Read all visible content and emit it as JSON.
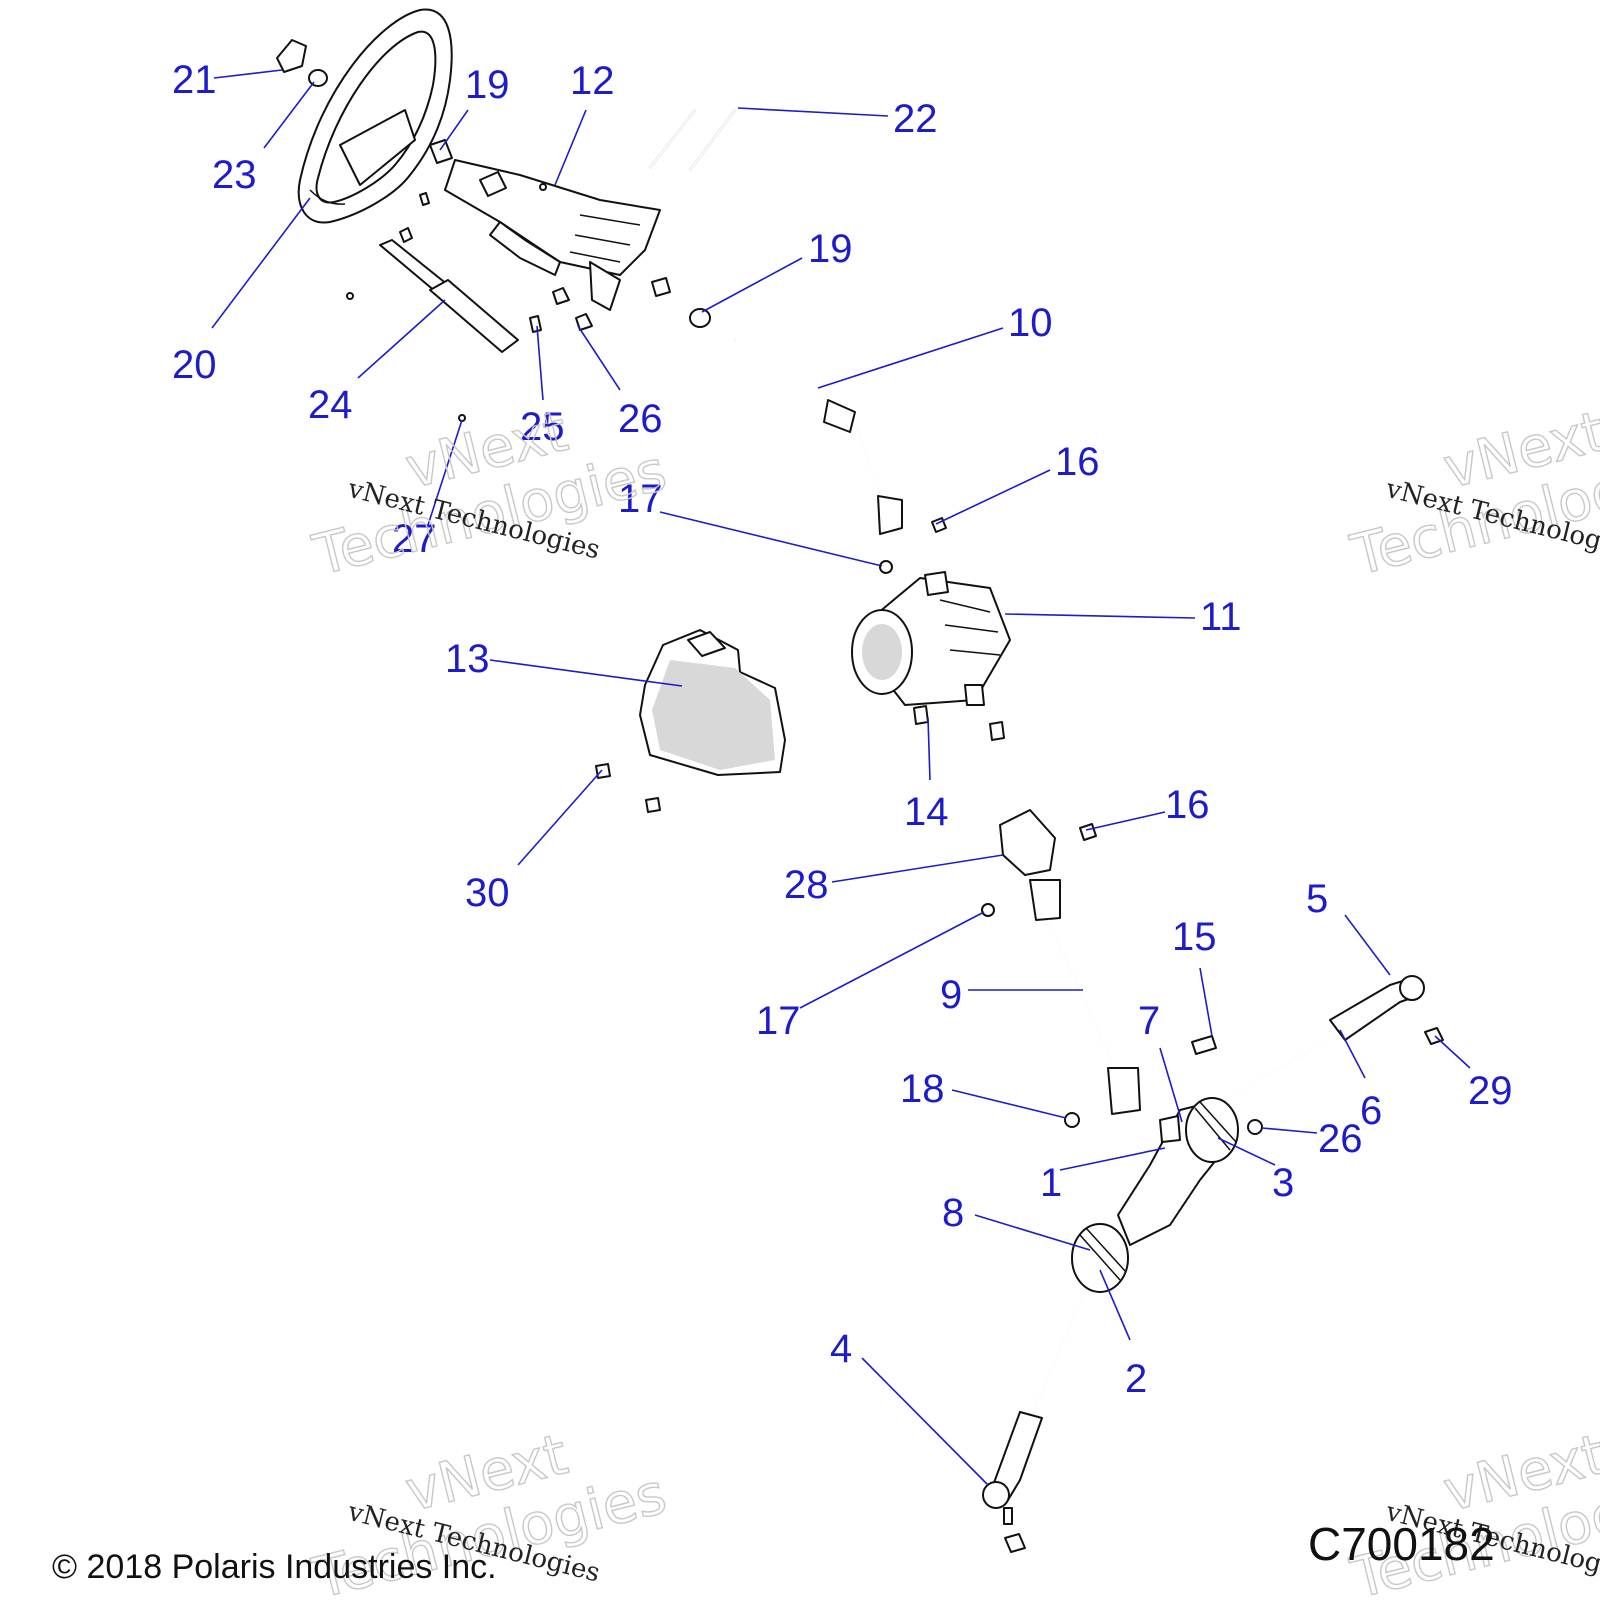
{
  "watermark": {
    "main_line_1": "vNext",
    "main_line_2": "Technologies",
    "sub": "vNext Technologies"
  },
  "footer": {
    "copyright": "© 2018 Polaris Industries Inc.",
    "drawing_number": "C700182"
  },
  "callouts": {
    "c21": "21",
    "c23": "23",
    "c19a": "19",
    "c12": "12",
    "c22": "22",
    "c19b": "19",
    "c10": "10",
    "c20": "20",
    "c24": "24",
    "c25": "25",
    "c26a": "26",
    "c27": "27",
    "c17a": "17",
    "c16a": "16",
    "c11": "11",
    "c13": "13",
    "c14": "14",
    "c30": "30",
    "c16b": "16",
    "c28": "28",
    "c17b": "17",
    "c9": "9",
    "c15": "15",
    "c5": "5",
    "c7": "7",
    "c18": "18",
    "c6": "6",
    "c29": "29",
    "c26b": "26",
    "c1": "1",
    "c3": "3",
    "c8": "8",
    "c2": "2",
    "c4": "4"
  }
}
